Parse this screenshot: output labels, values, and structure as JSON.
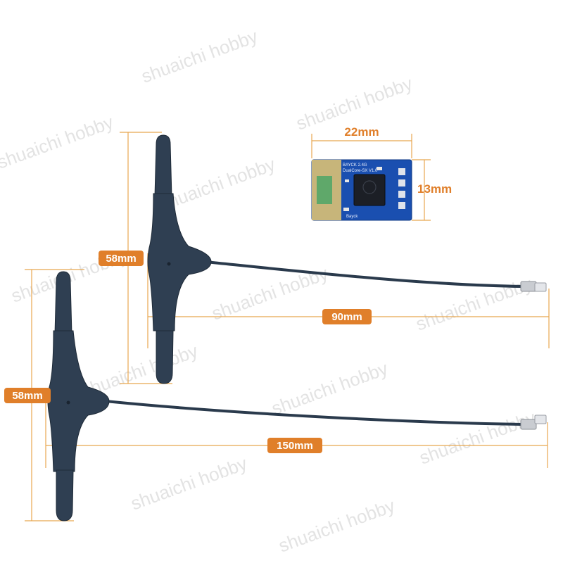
{
  "watermark": {
    "text": "shuaichi hobby",
    "color": "#d9d9d9"
  },
  "dimensions": {
    "module_width": "22mm",
    "module_height": "13mm",
    "antenna_small_height": "58mm",
    "antenna_small_cable": "90mm",
    "antenna_large_height": "58mm",
    "antenna_large_cable": "150mm"
  },
  "pcb": {
    "line1": "BAYCK 2.4G",
    "line2": "DualCore-SX V1.0",
    "bottom": "Bayck"
  },
  "colors": {
    "label_orange": "#e07f2a",
    "dim_line": "#e8a64f",
    "antenna": "#2f3f52",
    "pcb_blue": "#1a4fb0",
    "pcb_gold": "#c7b57a"
  }
}
